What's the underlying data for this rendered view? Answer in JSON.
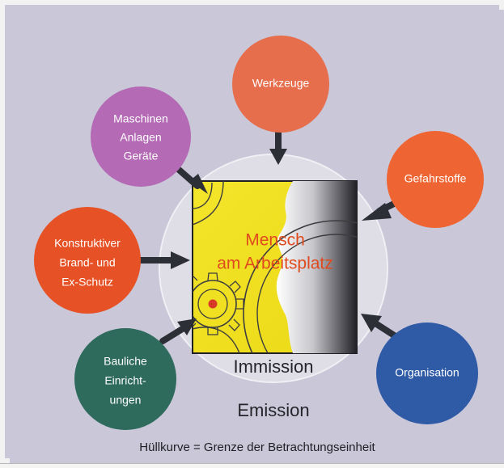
{
  "center": {
    "title_line1": "Mensch",
    "title_line2": "am Arbeitsplatz"
  },
  "labels": {
    "immission": "Immission",
    "emission": "Emission"
  },
  "caption": "Hüllkurve = Grenze der Betrachtungseinheit",
  "nodes": [
    {
      "name": "werkzeuge",
      "color": "#e66e4c",
      "lines": [
        "Werkzeuge"
      ]
    },
    {
      "name": "maschinen-anlagen-geraete",
      "color": "#b46ab5",
      "lines": [
        "Maschinen",
        "Anlagen",
        "Geräte"
      ]
    },
    {
      "name": "gefahrstoffe",
      "color": "#ee6533",
      "lines": [
        "Gefahrstoffe"
      ]
    },
    {
      "name": "konstruktiver-brand-und-ex-schutz",
      "color": "#e65226",
      "lines": [
        "Konstruktiver",
        "Brand- und",
        "Ex-Schutz"
      ]
    },
    {
      "name": "bauliche-einrichtungen",
      "color": "#2e6b5d",
      "lines": [
        "Bauliche",
        "Einricht-",
        "ungen"
      ]
    },
    {
      "name": "organisation",
      "color": "#2f5aa6",
      "lines": [
        "Organisation"
      ]
    }
  ],
  "colors": {
    "background": "#c9c7d8",
    "envelope": "#dedde6",
    "panel_yellow": "#f2e21a",
    "arrow": "#2d2f36",
    "center_title": "#e04a1f"
  }
}
